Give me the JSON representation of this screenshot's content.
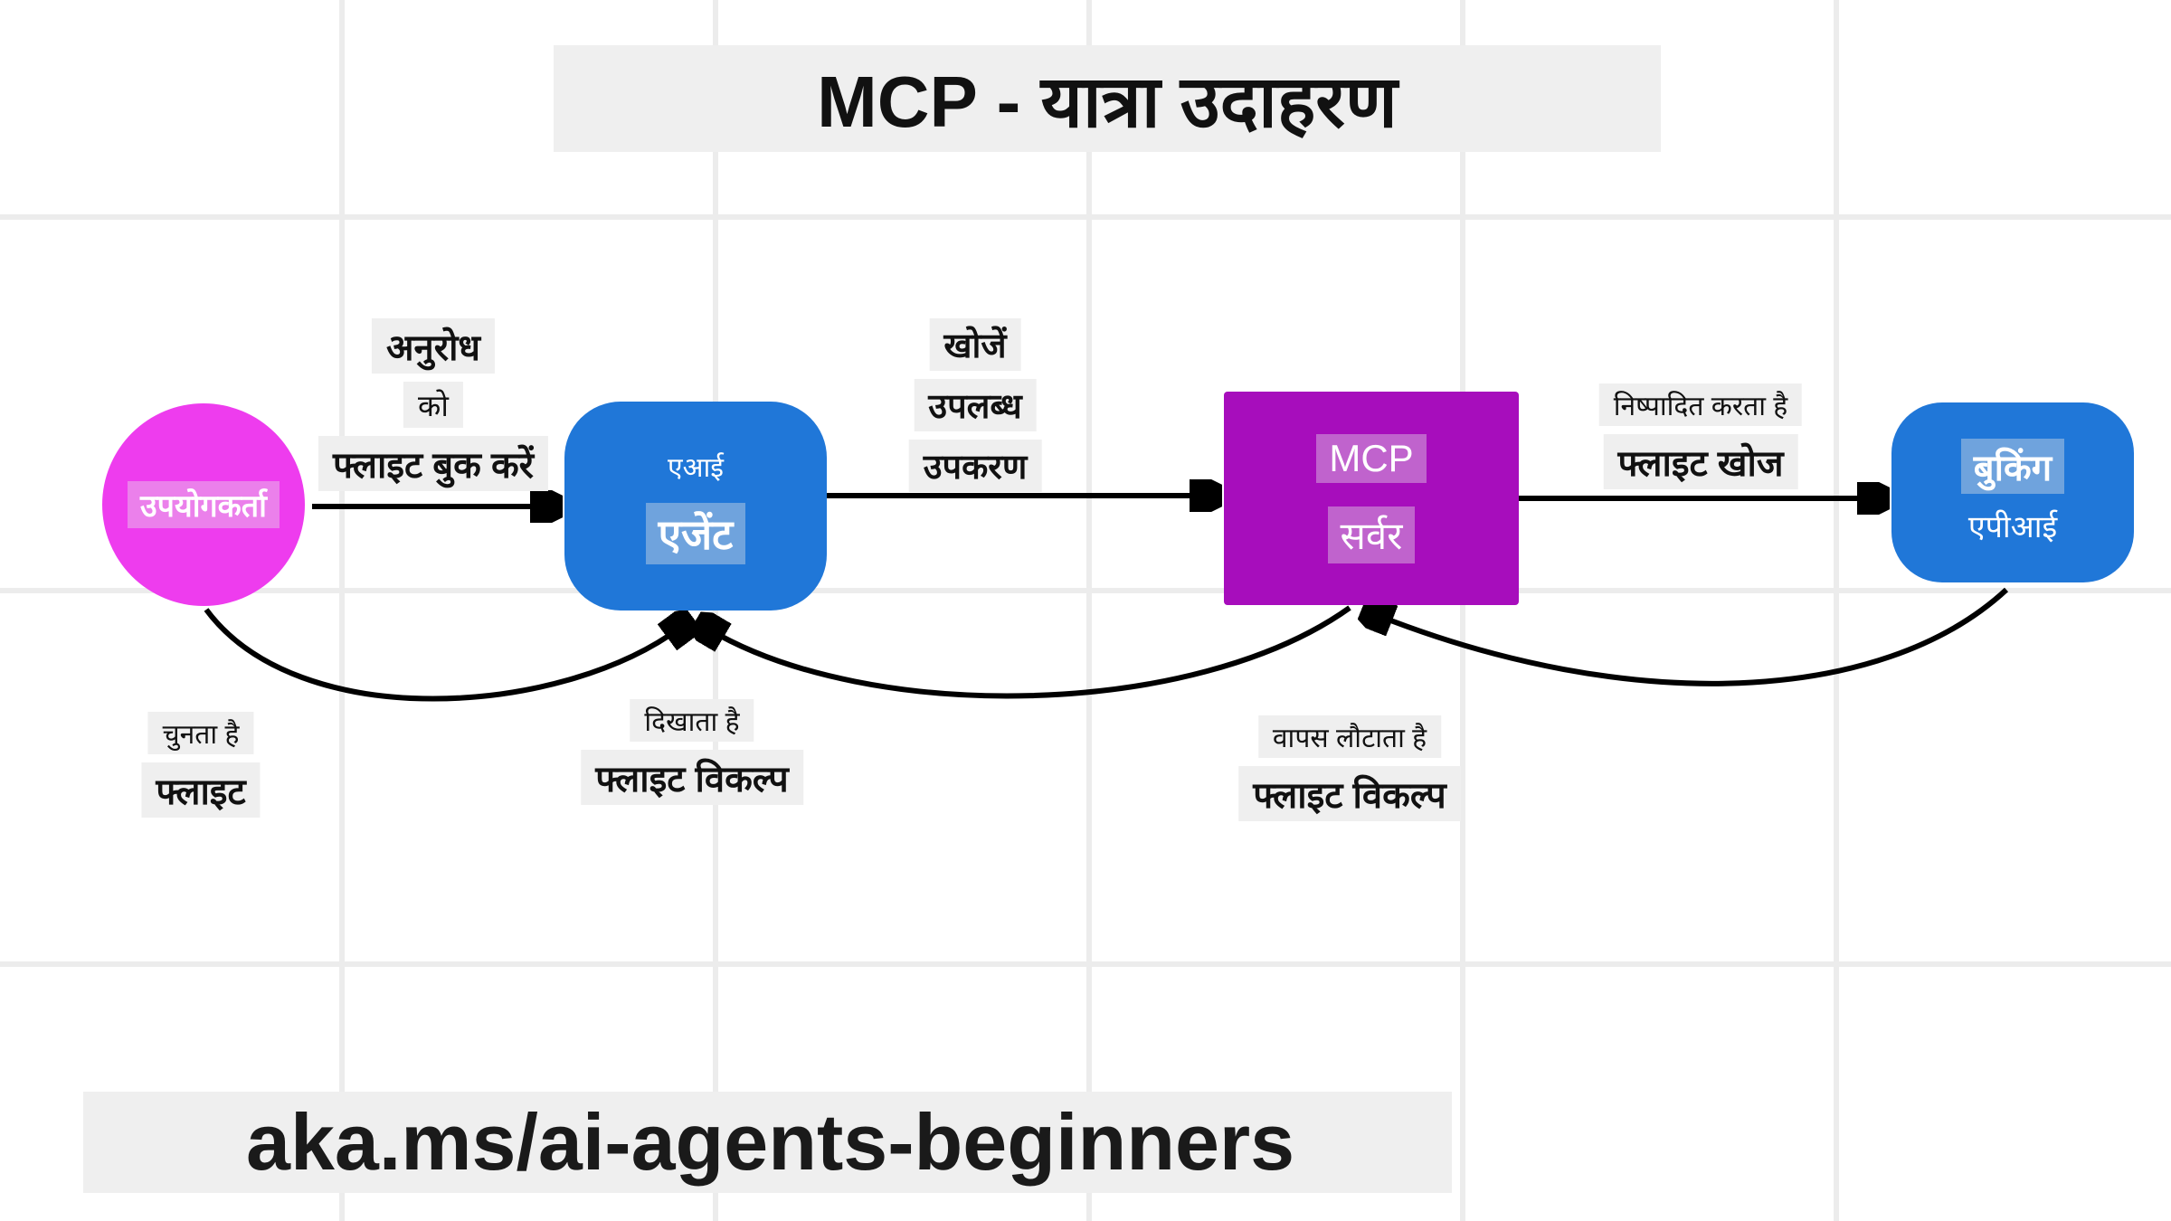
{
  "title": "MCP - यात्रा उदाहरण",
  "footer": {
    "link": "aka.ms/ai-agents-beginners"
  },
  "nodes": {
    "user": {
      "label": "उपयोगकर्ता",
      "color": "#ee3cee"
    },
    "agent": {
      "line1": "एआई",
      "line2": "एजेंट",
      "color": "#2077d8"
    },
    "mcp": {
      "line1": "MCP",
      "line2": "सर्वर",
      "color": "#a70dbc"
    },
    "booking": {
      "line1": "बुकिंग",
      "line2": "एपीआई",
      "color": "#2077d8"
    }
  },
  "edges": {
    "user_to_agent": {
      "lines": [
        "अनुरोध",
        "को",
        "फ्लाइट बुक करें"
      ]
    },
    "agent_to_mcp": {
      "lines": [
        "खोजें",
        "उपलब्ध",
        "उपकरण"
      ]
    },
    "mcp_to_booking": {
      "lines": [
        "निष्पादित करता है",
        "फ्लाइट खोज"
      ]
    },
    "agent_shows": {
      "lines": [
        "दिखाता है",
        "फ्लाइट विकल्प"
      ]
    },
    "mcp_returns": {
      "lines": [
        "वापस लौटाता है",
        "फ्लाइट विकल्प"
      ]
    },
    "user_selects": {
      "lines": [
        "चुनता है",
        "फ्लाइट"
      ]
    }
  },
  "colors": {
    "arrow": "#000000",
    "label_background": "#efefef",
    "grid_line": "#ececec"
  }
}
